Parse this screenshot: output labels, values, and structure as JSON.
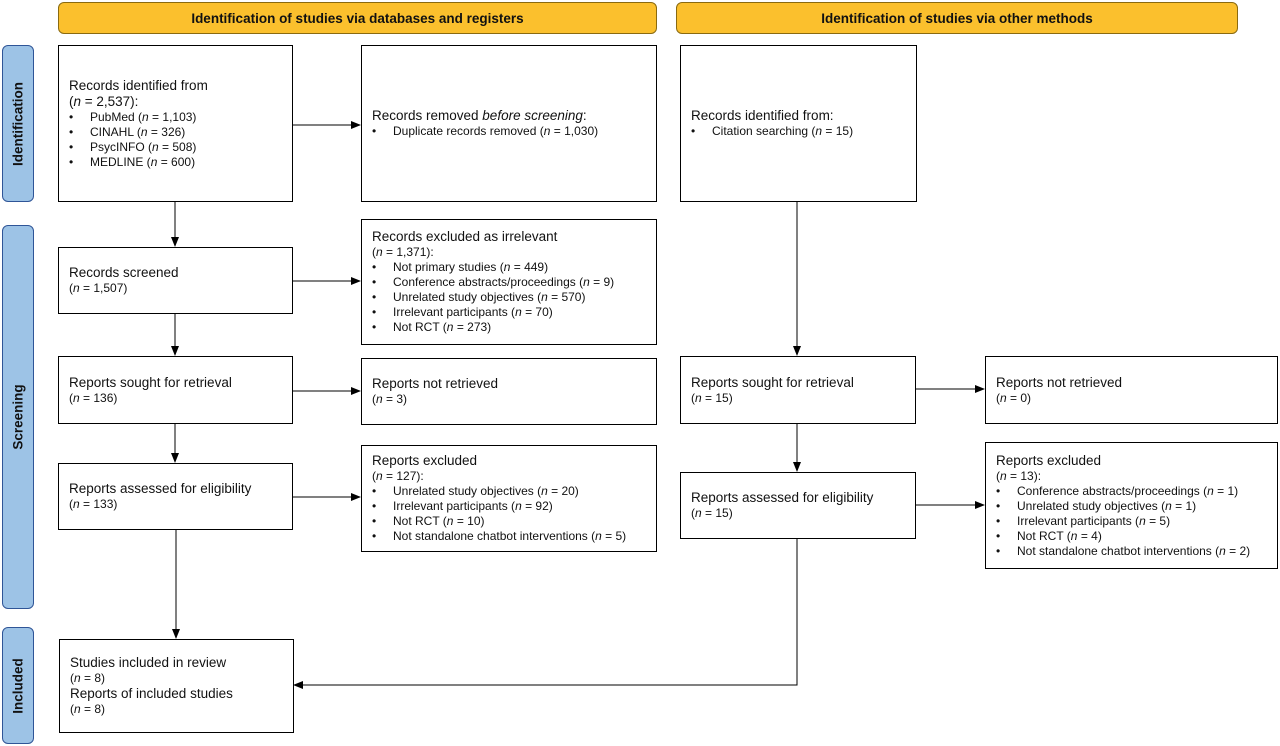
{
  "headers": {
    "databases": "Identification of studies via databases and registers",
    "other": "Identification of studies via other methods"
  },
  "stages": {
    "identification": "Identification",
    "screening": "Screening",
    "included": "Included"
  },
  "db": {
    "records_identified": {
      "title": "Records identified from",
      "n_prefix": "(",
      "n_italic": "n",
      "n_rest": " = 2,537):",
      "sources": [
        {
          "label": "PubMed (",
          "n": "n",
          "rest": " = 1,103)"
        },
        {
          "label": "CINAHL (",
          "n": "n",
          "rest": " = 326)"
        },
        {
          "label": "PsycINFO (",
          "n": "n",
          "rest": " = 508)"
        },
        {
          "label": "MEDLINE (",
          "n": "n",
          "rest": " = 600)"
        }
      ]
    },
    "records_removed": {
      "title_pre": "Records removed ",
      "title_italic": "before screening",
      "title_post": ":",
      "items": [
        {
          "label": "Duplicate records removed  (",
          "n": "n",
          "rest": " = 1,030)"
        }
      ]
    },
    "records_screened": {
      "title": "Records screened",
      "n_prefix": "(",
      "n_italic": "n",
      "n_rest": " = 1,507)"
    },
    "records_excluded": {
      "title": "Records excluded as irrelevant",
      "n_prefix": "(",
      "n_italic": "n",
      "n_rest": " = 1,371):",
      "items": [
        {
          "label": "Not primary studies (",
          "n": "n",
          "rest": " = 449)"
        },
        {
          "label": "Conference abstracts/proceedings (",
          "n": "n",
          "rest": " = 9)"
        },
        {
          "label": "Unrelated study objectives (",
          "n": "n",
          "rest": " = 570)"
        },
        {
          "label": "Irrelevant participants (",
          "n": "n",
          "rest": " = 70)"
        },
        {
          "label": "Not RCT (",
          "n": "n",
          "rest": " = 273)"
        }
      ]
    },
    "sought": {
      "title": "Reports sought for retrieval",
      "n_prefix": "(",
      "n_italic": "n",
      "n_rest": " = 136)"
    },
    "not_retrieved": {
      "title": "Reports not retrieved",
      "n_prefix": "(",
      "n_italic": "n",
      "n_rest": " = 3)"
    },
    "assessed": {
      "title": "Reports assessed for eligibility",
      "n_prefix": "(",
      "n_italic": "n",
      "n_rest": " = 133)"
    },
    "excluded": {
      "title": "Reports excluded",
      "n_prefix": "(",
      "n_italic": "n",
      "n_rest": " = 127):",
      "items": [
        {
          "label": "Unrelated study objectives (",
          "n": "n",
          "rest": " = 20)"
        },
        {
          "label": "Irrelevant participants (",
          "n": "n",
          "rest": " = 92)"
        },
        {
          "label": "Not RCT (",
          "n": "n",
          "rest": " = 10)"
        },
        {
          "label": "Not standalone chatbot interventions (",
          "n": "n",
          "rest": " = 5)"
        }
      ]
    },
    "included": {
      "title1": "Studies included in review",
      "n1_prefix": "(",
      "n1_italic": "n",
      "n1_rest": " = 8)",
      "title2": "Reports of included studies",
      "n2_prefix": "(",
      "n2_italic": "n",
      "n2_rest": " = 8)"
    }
  },
  "other": {
    "records_identified": {
      "title": "Records identified from:",
      "items": [
        {
          "label": "Citation searching (",
          "n": "n",
          "rest": " = 15)"
        }
      ]
    },
    "sought": {
      "title": "Reports sought for retrieval",
      "n_prefix": "(",
      "n_italic": "n",
      "n_rest": " = 15)"
    },
    "not_retrieved": {
      "title": "Reports not retrieved",
      "n_prefix": "(",
      "n_italic": "n",
      "n_rest": " = 0)"
    },
    "assessed": {
      "title": "Reports assessed for eligibility",
      "n_prefix": "(",
      "n_italic": "n",
      "n_rest": " = 15)"
    },
    "excluded": {
      "title": "Reports excluded",
      "n_prefix": "(",
      "n_italic": "n",
      "n_rest": " = 13):",
      "items": [
        {
          "label": "Conference abstracts/proceedings (",
          "n": "n",
          "rest": " = 1)"
        },
        {
          "label": "Unrelated study objectives (",
          "n": "n",
          "rest": " = 1)"
        },
        {
          "label": "Irrelevant participants (",
          "n": "n",
          "rest": " = 5)"
        },
        {
          "label": "Not RCT (",
          "n": "n",
          "rest": " = 4)"
        },
        {
          "label": "Not standalone chatbot interventions (",
          "n": "n",
          "rest": " = 2)"
        }
      ]
    }
  }
}
